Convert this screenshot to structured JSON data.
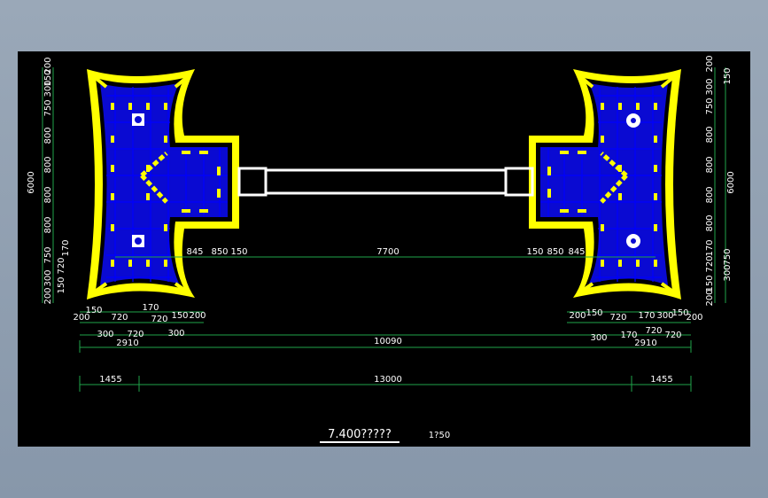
{
  "drawing": {
    "caption": "7.400?????",
    "scale": "1?50",
    "colors": {
      "background": "#000000",
      "wall": "#ffff00",
      "beams": "#0000ff",
      "dimension": "#1fa34a",
      "corridor": "#ffffff"
    }
  },
  "dims": {
    "top_row_right": [
      "150",
      "845",
      "850",
      "7700",
      "150",
      "850",
      "845"
    ],
    "left_col": [
      "200",
      "150",
      "300",
      "750",
      "800",
      "800",
      "800",
      "800",
      "750",
      "170",
      "720",
      "300",
      "150",
      "200"
    ],
    "left_total": "6000",
    "right_col": [
      "200",
      "150",
      "300",
      "750",
      "800",
      "800",
      "800",
      "800",
      "170",
      "720",
      "750",
      "150",
      "300",
      "200"
    ],
    "right_total": "6000",
    "bottom_left_row1": [
      "150",
      "170"
    ],
    "bottom_left_row2": [
      "200",
      "720",
      "720",
      "150",
      "200"
    ],
    "bottom_left_row3": [
      "300",
      "720",
      "300"
    ],
    "bottom_left_total": "2910",
    "bottom_right_row1": [
      "200",
      "150",
      "720",
      "170",
      "300",
      "150",
      "200"
    ],
    "bottom_right_row2": [
      "300",
      "170",
      "720",
      "720"
    ],
    "bottom_right_total": "2910",
    "center_span": "10090",
    "overall_left": "1455",
    "overall_center": "13000",
    "overall_right": "1455"
  },
  "icons": [
    "fan-icon",
    "fan-icon",
    "fan-icon",
    "fan-icon"
  ]
}
